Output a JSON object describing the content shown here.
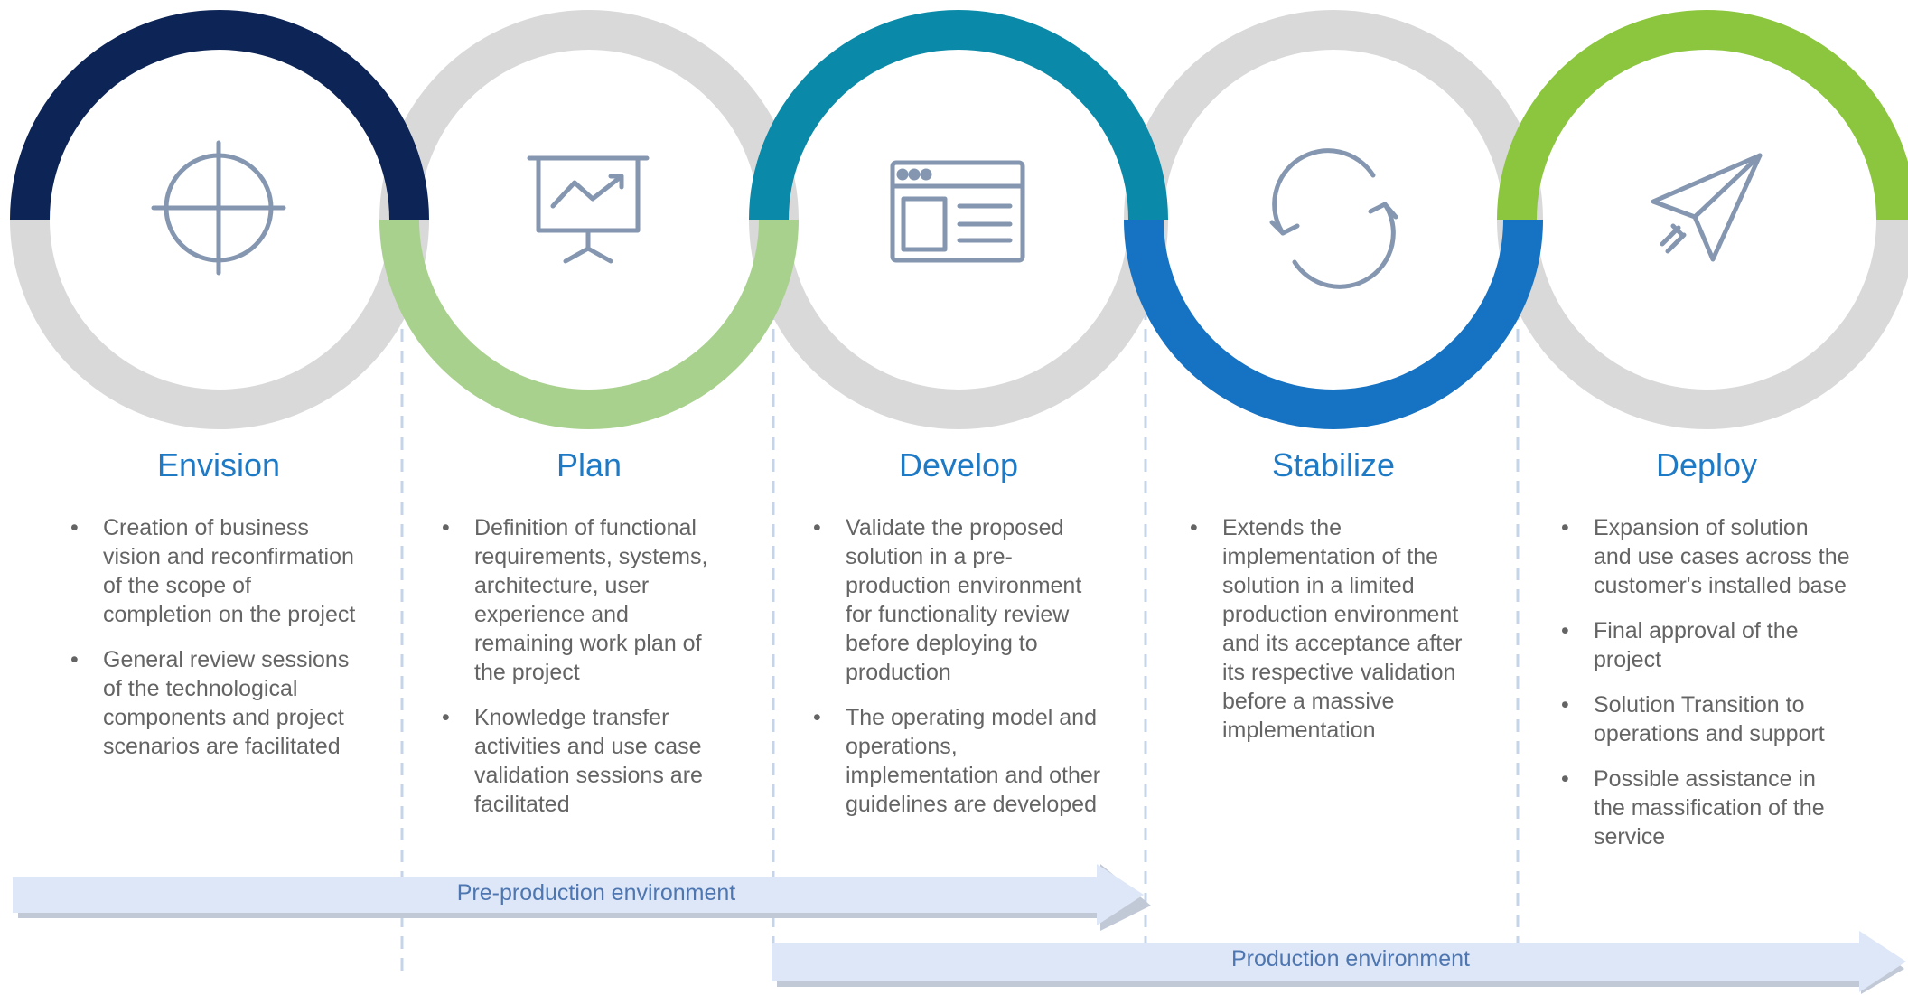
{
  "phases": [
    {
      "title": "Envision",
      "icon": "crosshair-icon",
      "color": "#0d2556",
      "bullets": [
        "Creation of business vision and reconfirmation of the scope of completion on the project",
        "General review sessions of the technological components and project scenarios are facilitated"
      ]
    },
    {
      "title": "Plan",
      "icon": "presentation-chart-icon",
      "color": "#a9d18e",
      "bullets": [
        "Definition of functional requirements, systems, architecture, user experience and remaining work plan of the project",
        "Knowledge transfer activities and use case validation sessions are facilitated"
      ]
    },
    {
      "title": "Develop",
      "icon": "browser-window-icon",
      "color": "#0a8aa8",
      "bullets": [
        "Validate the proposed solution in a pre-production environment for functionality review before deploying to production",
        "The operating model and operations, implementation and other guidelines are developed"
      ]
    },
    {
      "title": "Stabilize",
      "icon": "refresh-cycle-icon",
      "color": "#1672c2",
      "bullets": [
        "Extends the implementation of the solution in a limited production environment and its acceptance after its respective validation before a massive implementation"
      ]
    },
    {
      "title": "Deploy",
      "icon": "paper-plane-icon",
      "color": "#8cc63f",
      "bullets": [
        "Expansion of solution and use cases across the customer's installed base",
        "Final approval of the project",
        "Solution Transition to operations and support",
        "Possible assistance in the massification of the service"
      ]
    }
  ],
  "environments": {
    "pre_production": "Pre-production environment",
    "production": "Production environment"
  },
  "colors": {
    "ring_gray": "#d9d9d9",
    "icon_stroke": "#8496b0",
    "title": "#1f7ac6",
    "arrow_fill": "#dde7f8",
    "arrow_text": "#4e76b0",
    "divider": "#c5d4e8"
  }
}
